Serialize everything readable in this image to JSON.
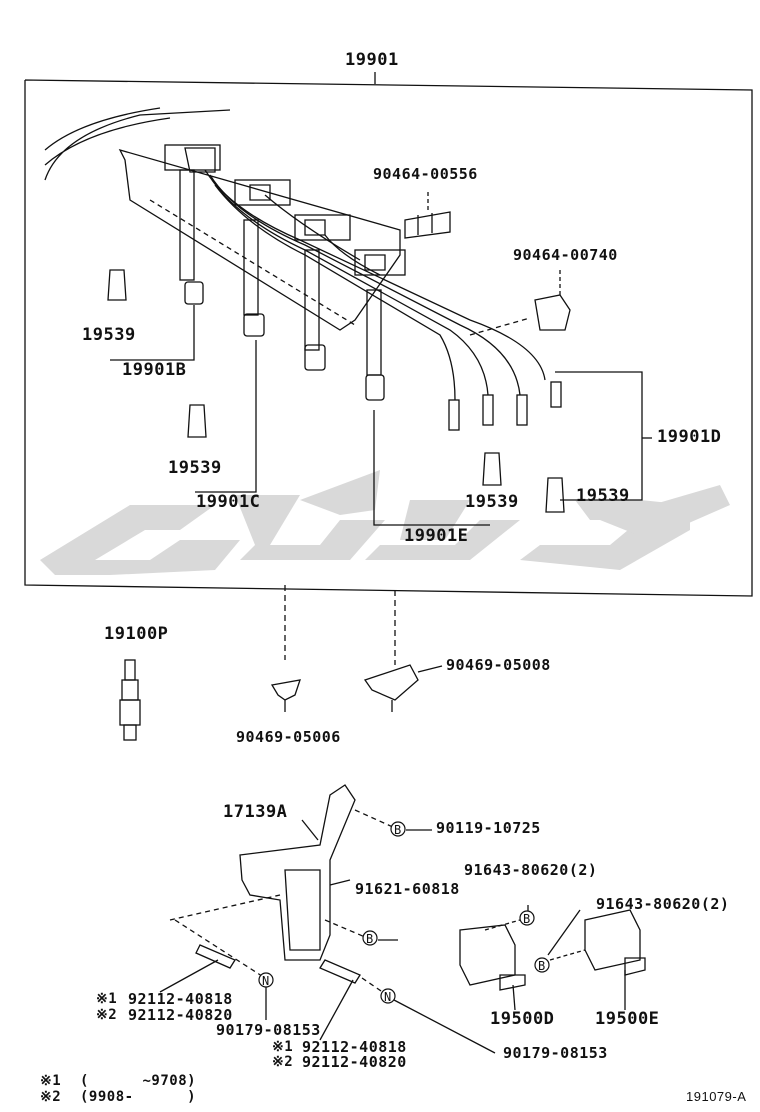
{
  "diagram_id": "191079-A",
  "watermark_text": "toyota",
  "labels": {
    "assembly_19901": "19901",
    "clamp_00556": "90464-00556",
    "clamp_00740": "90464-00740",
    "boot_1": "19539",
    "wire_b": "19901B",
    "boot_2": "19539",
    "wire_c": "19901C",
    "wire_d": "19901D",
    "boot_3": "19539",
    "boot_4": "19539",
    "wire_e": "19901E",
    "spark_plug": "19100P",
    "clamp_05008": "90469-05008",
    "clamp_05006": "90469-05006",
    "bracket": "17139A",
    "bolt_10725": "90119-10725",
    "bolt_80620_1": "91643-80620(2)",
    "bolt_60818": "91621-60818",
    "bolt_80620_2": "91643-80620(2)",
    "stud_a_1": "92112-40818",
    "stud_a_2": "92112-40820",
    "nut_1": "90179-08153",
    "coil_d": "19500D",
    "coil_e": "19500E",
    "stud_b_1": "92112-40818",
    "stud_b_2": "92112-40820",
    "nut_2": "90179-08153"
  },
  "marks": {
    "m1": "※1",
    "m2": "※2",
    "circle_b": "B",
    "circle_n": "N"
  },
  "footnotes": [
    {
      "mark": "※1",
      "text": "(      ~9708)"
    },
    {
      "mark": "※2",
      "text": "(9908-      )"
    }
  ],
  "colors": {
    "ink": "#111111",
    "watermark": "#d9d9d9"
  }
}
